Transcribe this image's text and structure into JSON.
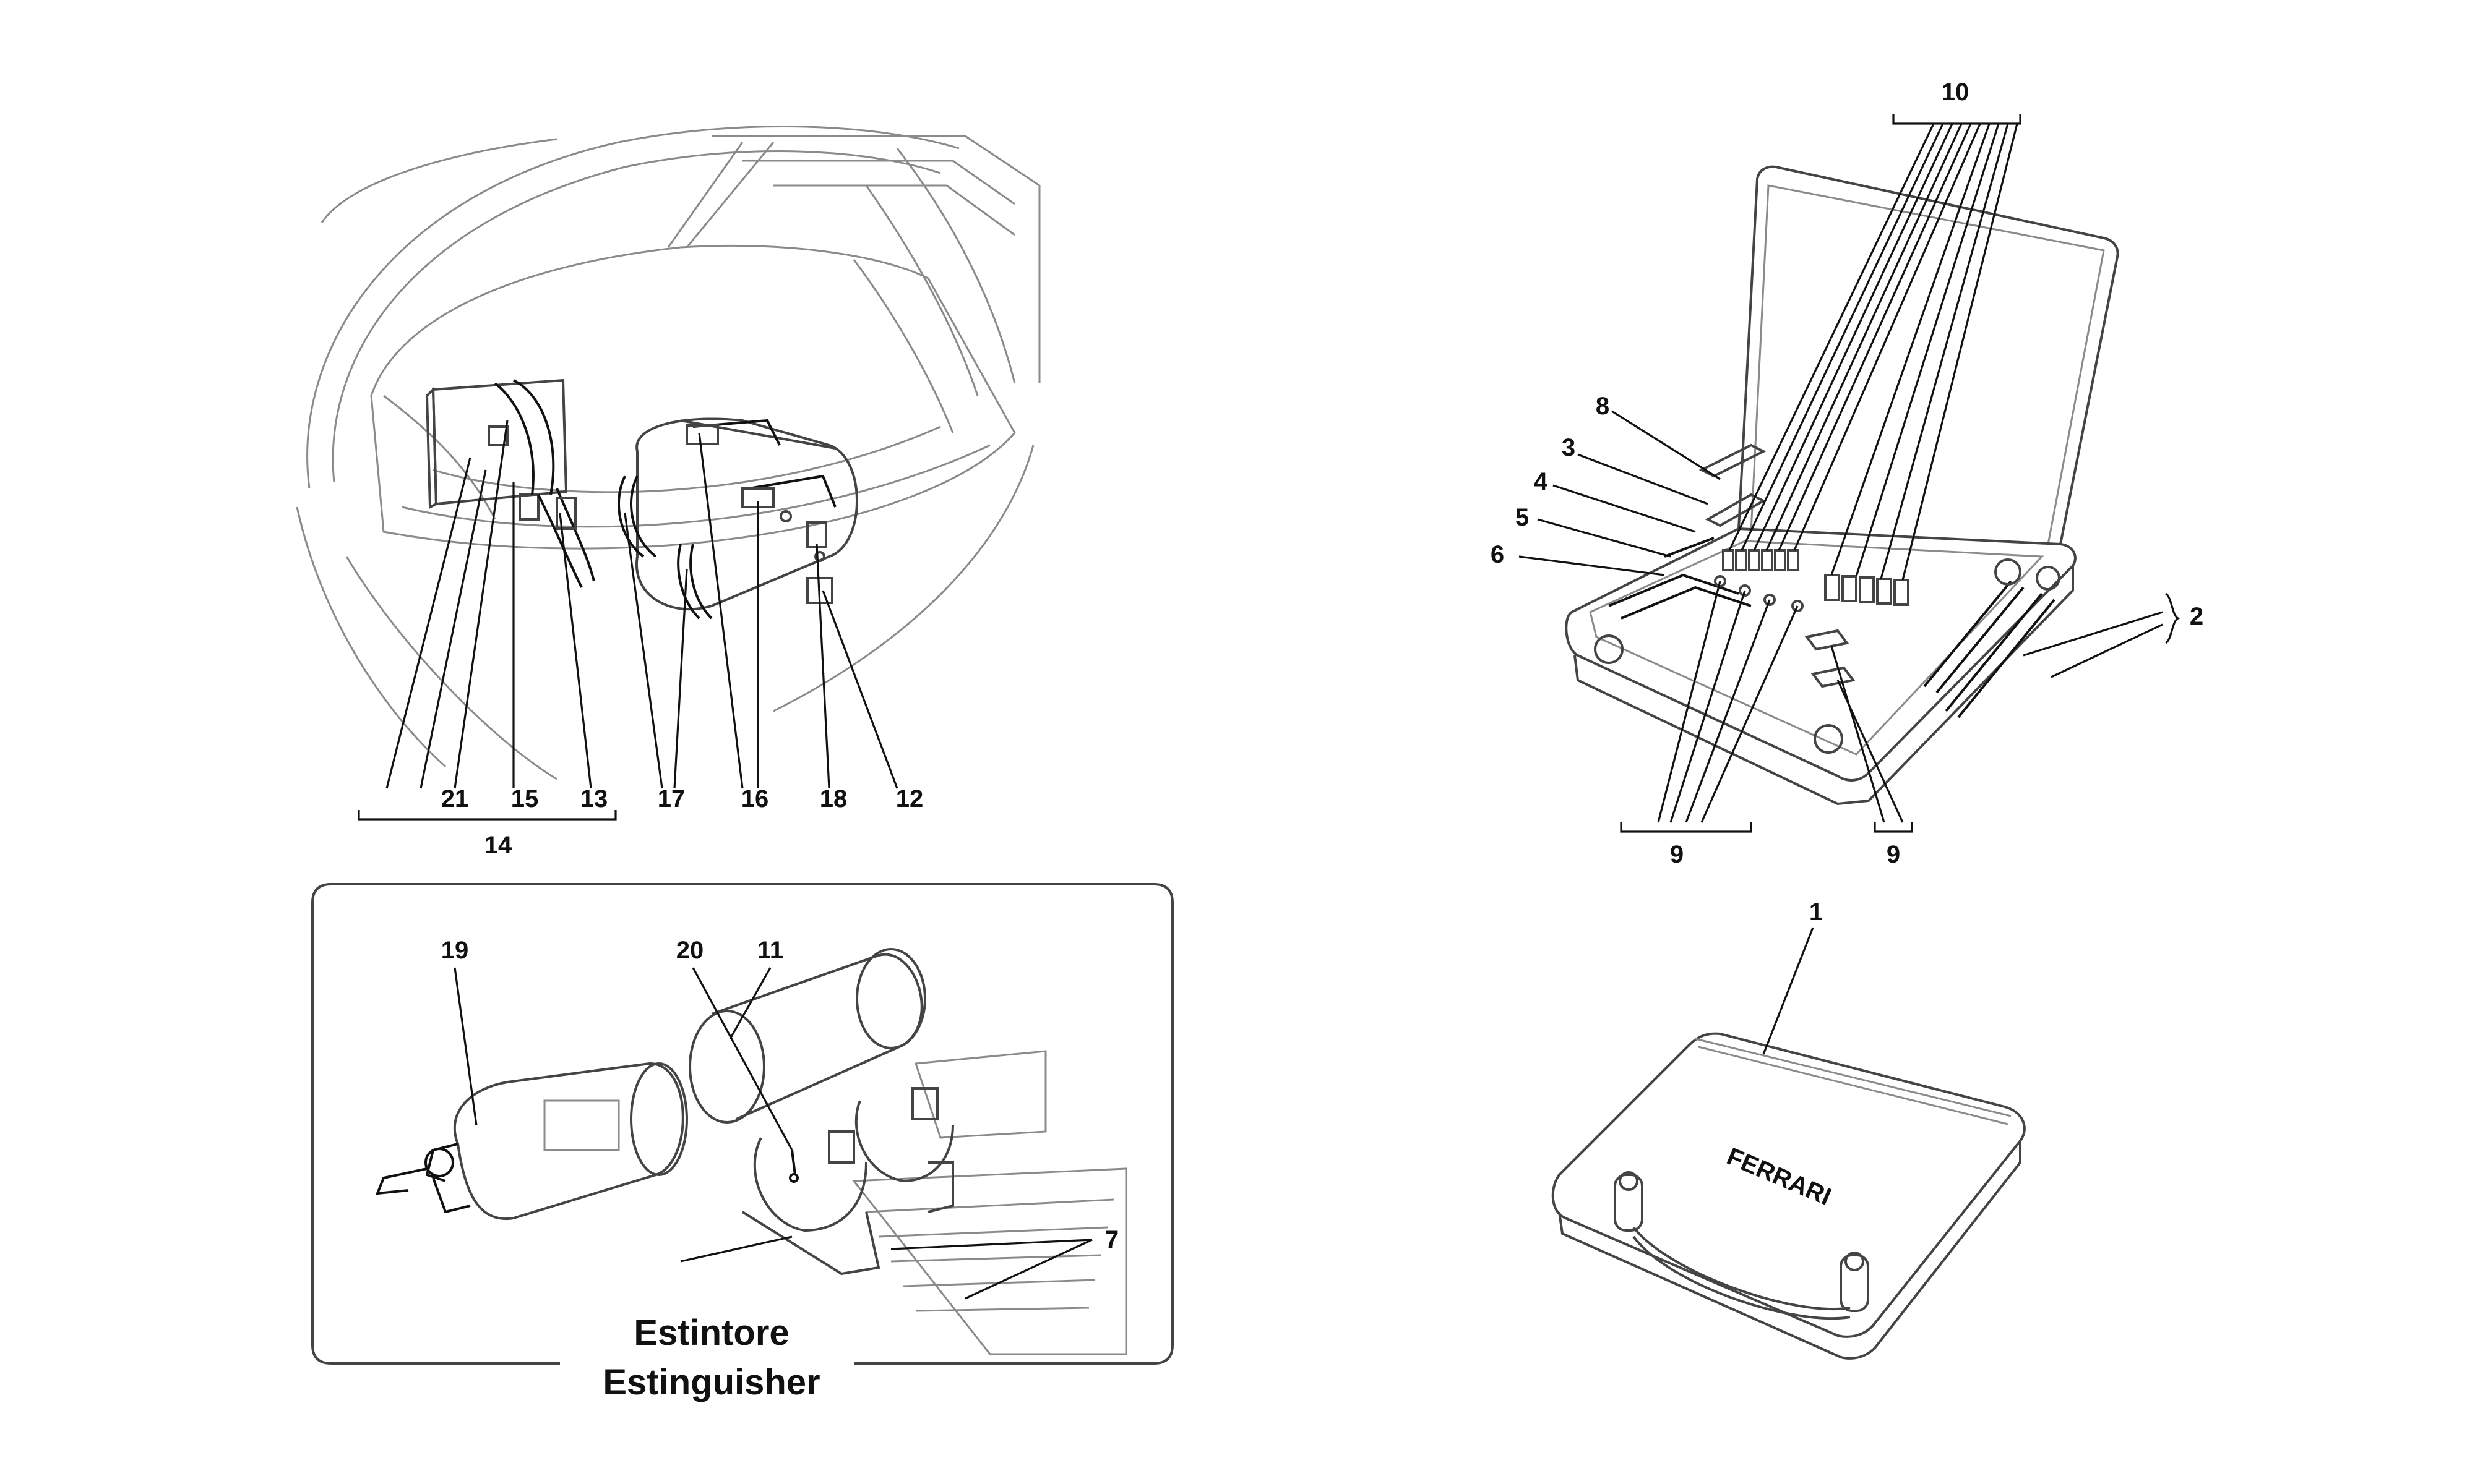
{
  "caption": {
    "line1": "Estintore",
    "line2": "Estinguisher"
  },
  "callouts": {
    "trunk": [
      "21",
      "15",
      "13",
      "17",
      "16",
      "18",
      "12",
      "14"
    ],
    "extinguisher": [
      "19",
      "20",
      "11",
      "7"
    ],
    "toolkit": [
      "10",
      "8",
      "3",
      "4",
      "5",
      "6",
      "2",
      "9",
      "9"
    ],
    "case": [
      "1"
    ]
  },
  "case_logo": "FERRARI"
}
